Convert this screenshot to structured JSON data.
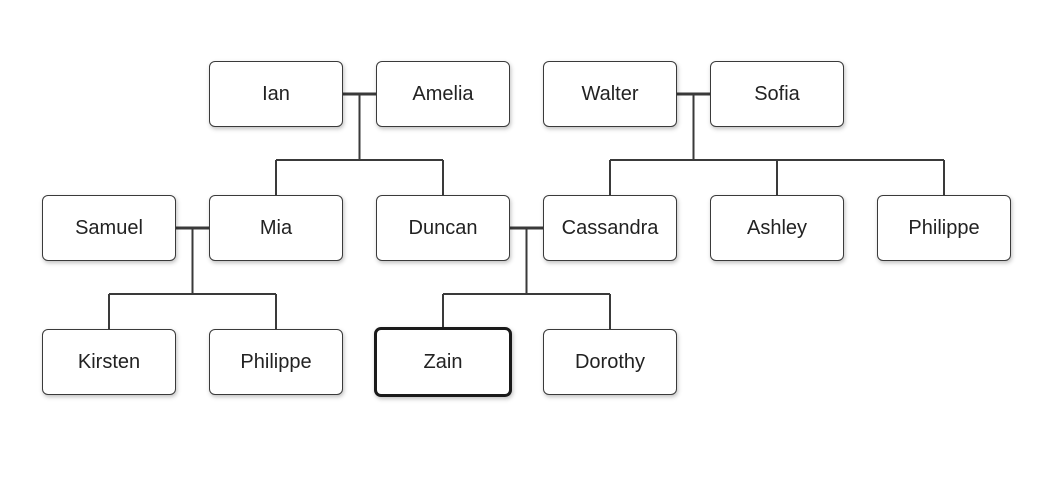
{
  "tree": {
    "nodes": [
      {
        "key": "ian",
        "name": "Ian"
      },
      {
        "key": "amelia",
        "name": "Amelia"
      },
      {
        "key": "walter",
        "name": "Walter"
      },
      {
        "key": "sofia",
        "name": "Sofia"
      },
      {
        "key": "samuel",
        "name": "Samuel"
      },
      {
        "key": "mia",
        "name": "Mia"
      },
      {
        "key": "duncan",
        "name": "Duncan"
      },
      {
        "key": "cassandra",
        "name": "Cassandra"
      },
      {
        "key": "ashley",
        "name": "Ashley"
      },
      {
        "key": "philippe1",
        "name": "Philippe"
      },
      {
        "key": "kirsten",
        "name": "Kirsten"
      },
      {
        "key": "philippe2",
        "name": "Philippe"
      },
      {
        "key": "zain",
        "name": "Zain",
        "selected": true
      },
      {
        "key": "dorothy",
        "name": "Dorothy"
      }
    ],
    "couples": [
      {
        "partners": [
          "ian",
          "amelia"
        ],
        "children": [
          "mia",
          "duncan"
        ]
      },
      {
        "partners": [
          "walter",
          "sofia"
        ],
        "children": [
          "cassandra",
          "ashley",
          "philippe1"
        ]
      },
      {
        "partners": [
          "samuel",
          "mia"
        ],
        "children": [
          "kirsten",
          "philippe2"
        ]
      },
      {
        "partners": [
          "duncan",
          "cassandra"
        ],
        "children": [
          "zain",
          "dorothy"
        ]
      }
    ]
  },
  "colors": {
    "line": "#3a3a3a",
    "node_border": "#3a3a3a",
    "selected_border": "#1a1a1a"
  }
}
